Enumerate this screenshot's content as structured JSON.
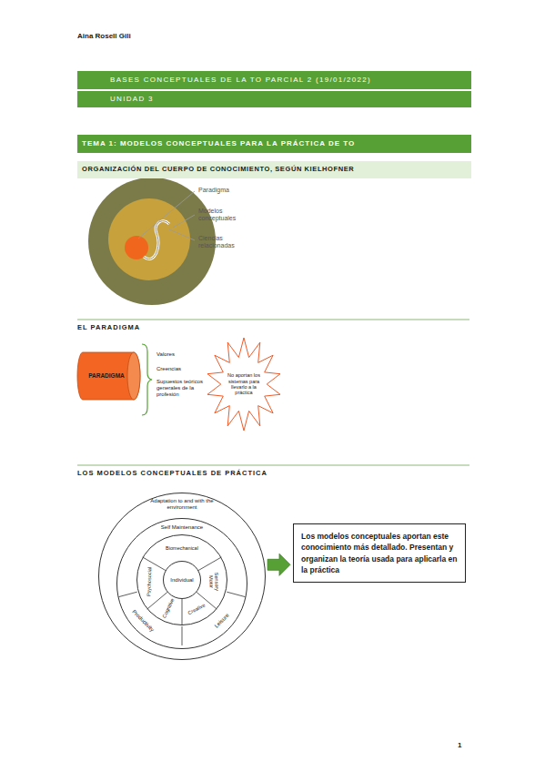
{
  "diagram": {
    "nodes": [
      {
        "text": [
          "BASES CONCEPTUALES DE LA TO PARCIAL 2 (19/01/2022)"
        ]
      },
      {
        "text": [
          "UNIDAD 3"
        ]
      },
      {
        "text": [
          "TEMA 1: MODELOS CONCEPTUALES PARA LA PRÁCTICA DE TO"
        ]
      },
      {
        "text": [
          "ORGANIZACIÓN DEL CUERPO DE CONOCIMIENTO, SEGÚN KIELHOFNER"
        ]
      },
      {
        "text": [
          "PARADIGMA"
        ]
      },
      {
        "text": [
          "No aportan los sistemas para llevarlo a la práctica"
        ]
      },
      {
        "text": [
          "Adaptation to and with the environment"
        ]
      },
      {
        "text": [
          "Self Maintenance",
          "Productivity",
          "Leisure"
        ],
        "in": 6
      },
      {
        "text": [
          "Biomechanical",
          "Psychosocial",
          "Sensory Motor",
          "Cognitive",
          "Creative"
        ],
        "in": 7
      },
      {
        "text": [
          "Individual"
        ],
        "in": 8
      },
      {
        "text": [
          "Los modelos conceptuales aportan este conocimiento más detallado. Presentan y organizan la teoría usada para aplicarla en la práctica"
        ]
      }
    ],
    "edges": [
      {
        "from": 6,
        "to": 10,
        "arrow": "to"
      }
    ],
    "labels": [
      "Aina Rosell Gili",
      "Paradigma",
      "Modelos conceptuales",
      "Ciencias relacionadas",
      "EL PARADIGMA",
      "Valores",
      "Creencias",
      "Supuestos teóricos generales de la profesión",
      "LOS MODELOS CONCEPTUALES DE PRÁCTICA",
      "1"
    ]
  }
}
